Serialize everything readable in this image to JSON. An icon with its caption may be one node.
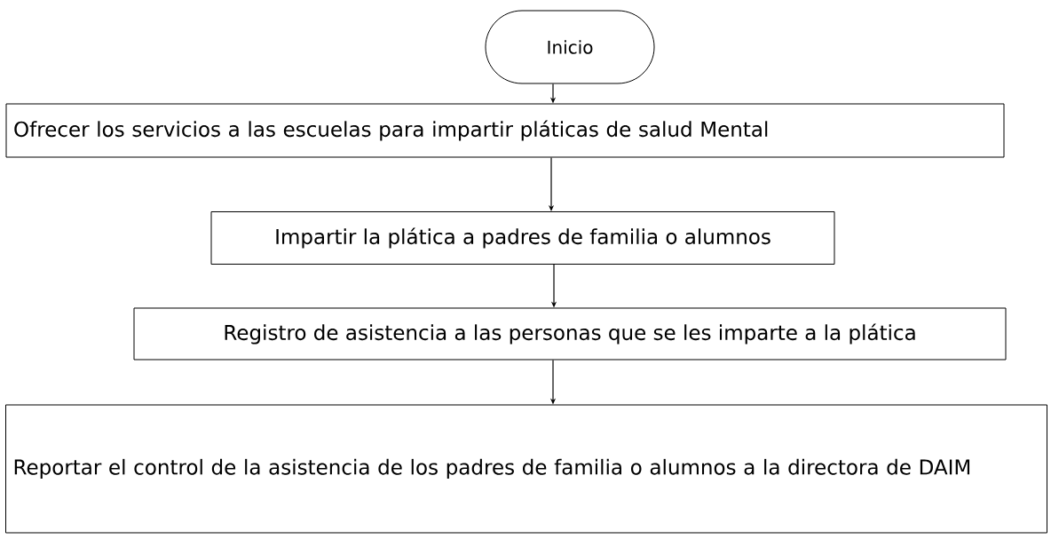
{
  "diagram": {
    "nodes": [
      {
        "text": [
          "Inicio"
        ]
      },
      {
        "text": [
          "Ofrecer los servicios a las escuelas para impartir pláticas de  salud Mental"
        ]
      },
      {
        "text": [
          "Impartir la plática a padres de familia o alumnos"
        ]
      },
      {
        "text": [
          "Registro de asistencia a las personas que se les imparte a la plática"
        ]
      },
      {
        "text": [
          "Reportar el control de la asistencia de los padres de familia o alumnos a la directora de DAIM"
        ]
      }
    ],
    "edges": [
      {
        "from": 0,
        "to": 1,
        "arrow": "to"
      },
      {
        "from": 1,
        "to": 2,
        "arrow": "to"
      },
      {
        "from": 2,
        "to": 3,
        "arrow": "to"
      },
      {
        "from": 3,
        "to": 4,
        "arrow": "to"
      }
    ]
  }
}
